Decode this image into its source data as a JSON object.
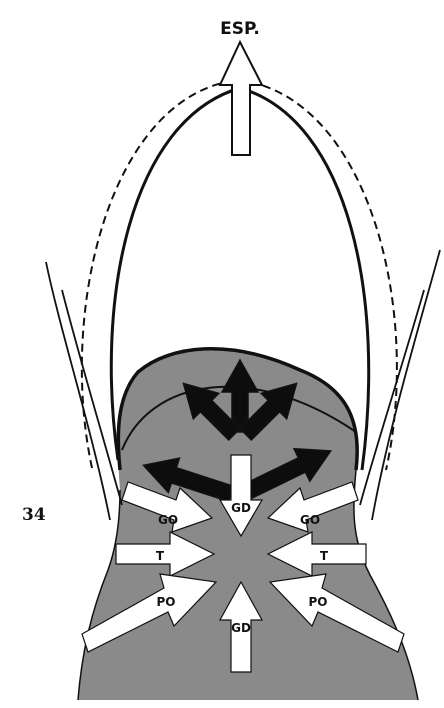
{
  "figure_number": "34",
  "labels": {
    "top": "ESP.",
    "go_left": "GO",
    "go_right": "GO",
    "gd_upper": "GD",
    "gd_lower": "GD",
    "t_left": "T",
    "t_right": "T",
    "po_left": "PO",
    "po_right": "PO"
  },
  "colors": {
    "region_fill": "#8a8a8a",
    "outline": "#111111",
    "arrow_dark": "#0d0d0d",
    "arrow_light": "#ffffff",
    "background": "#ffffff"
  }
}
